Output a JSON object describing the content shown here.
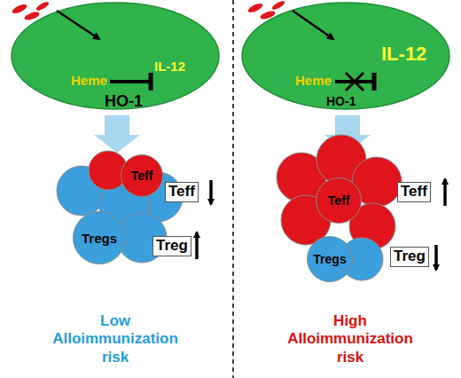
{
  "diagram": {
    "nodes": [
      {
        "text": [
          "Heme",
          "IL-12",
          "HO-1"
        ]
      },
      {
        "text": [
          "Teff"
        ]
      },
      {
        "text": [
          "Tregs"
        ]
      },
      {
        "text": [
          "Teff"
        ]
      },
      {
        "text": [
          "Treg"
        ]
      },
      {
        "text": [
          "Heme",
          "IL-12",
          "HO-1"
        ]
      },
      {
        "text": [
          "Teff"
        ]
      },
      {
        "text": [
          "Tregs"
        ]
      },
      {
        "text": [
          "Teff"
        ]
      },
      {
        "text": [
          "Treg"
        ]
      }
    ],
    "labels": [
      "Low Alloimmunization risk",
      "High Alloimmunization risk"
    ]
  }
}
